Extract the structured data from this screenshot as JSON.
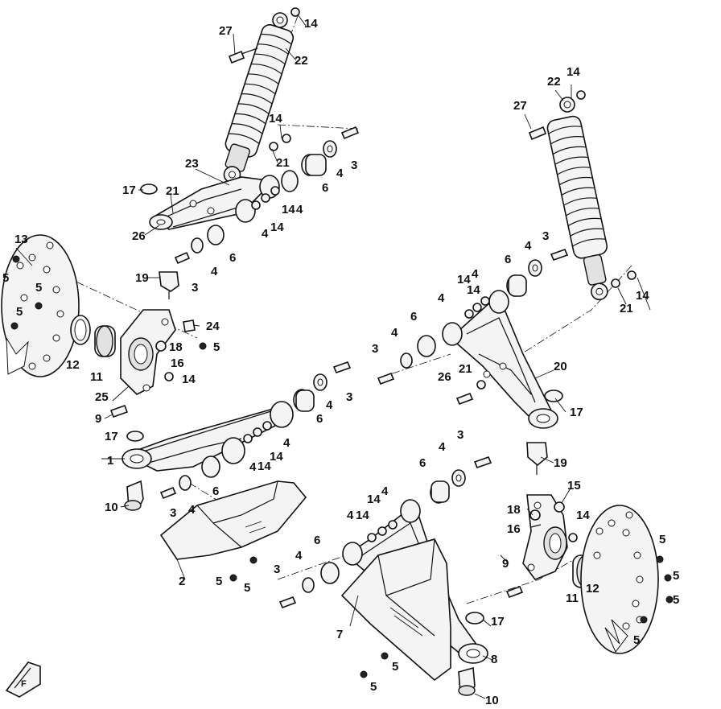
{
  "diagram": {
    "callouts": [
      "1",
      "2",
      "3",
      "4",
      "5",
      "6",
      "7",
      "8",
      "9",
      "10",
      "11",
      "12",
      "13",
      "14",
      "15",
      "16",
      "17",
      "18",
      "19",
      "20",
      "21",
      "22",
      "23",
      "24",
      "25",
      "26",
      "27"
    ],
    "badge_text": "F"
  }
}
